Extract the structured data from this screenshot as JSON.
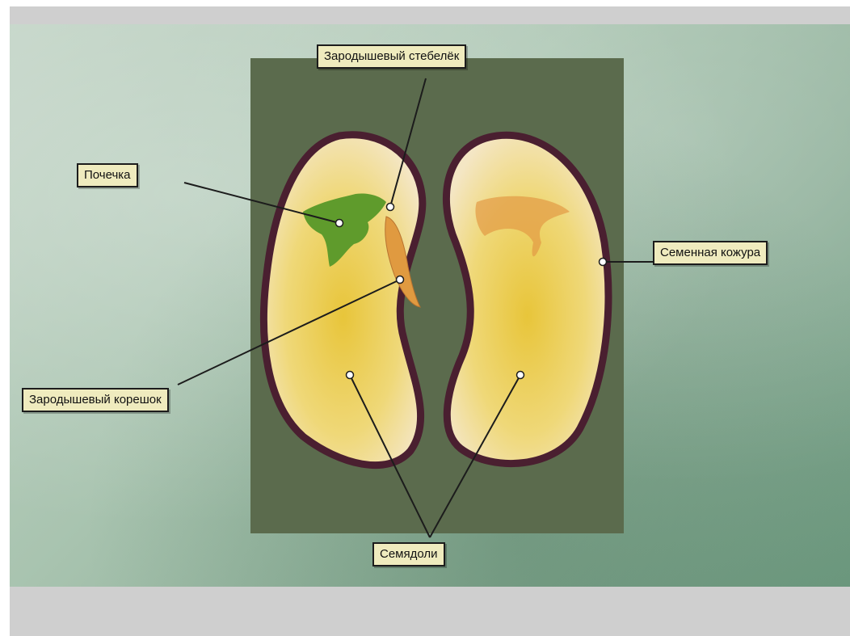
{
  "labels": {
    "stem": "Зародышевый стебелёк",
    "bud": "Почечка",
    "seed_coat": "Семенная кожура",
    "root": "Зародышевый корешок",
    "cotyledons": "Семядоли"
  },
  "colors": {
    "panel": "#5b6b4d",
    "seed_coat": "#4a1f30",
    "seed_fill": "#e8c84a",
    "label_bg": "#efebbe",
    "bud": "#5f9b2c",
    "root": "#e09a40"
  }
}
